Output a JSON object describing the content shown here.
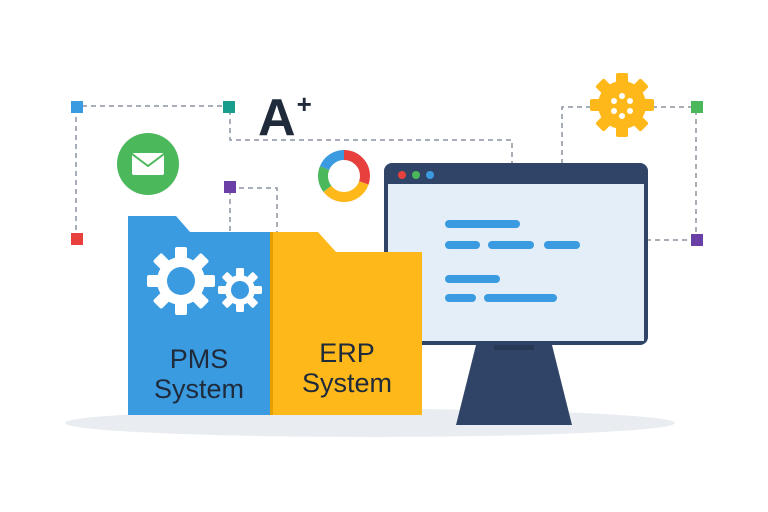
{
  "colors": {
    "blue": "#3a9be0",
    "yellow": "#ffb81a",
    "green": "#4cb85c",
    "red": "#e8413d",
    "purple": "#6a3fa6",
    "teal": "#1a9e8c",
    "navy": "#2f4466",
    "screen": "#e3eef9"
  },
  "icons": {
    "mail": "mail-icon",
    "gear": "gear-icon",
    "donut": "donut-chart-icon",
    "grade": "grade-a-plus-icon"
  },
  "grade": {
    "letter": "A",
    "sign": "+"
  },
  "folders": {
    "pms": {
      "line1": "PMS",
      "line2": "System"
    },
    "erp": {
      "line1": "ERP",
      "line2": "System"
    }
  }
}
